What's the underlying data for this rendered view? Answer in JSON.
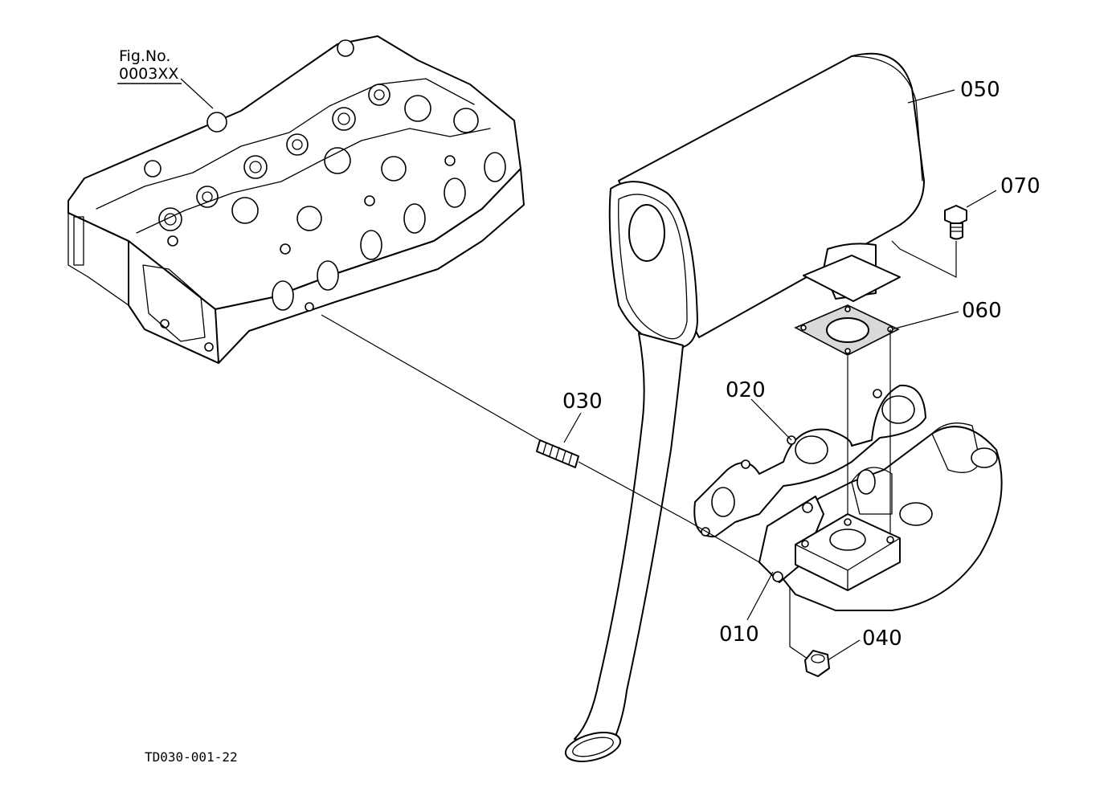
{
  "figure_ref": {
    "label": "Fig.No.",
    "number": "0003XX"
  },
  "drawing_number": "TD030-001-22",
  "parts": [
    {
      "id": "p010",
      "number": "010"
    },
    {
      "id": "p020",
      "number": "020"
    },
    {
      "id": "p030",
      "number": "030"
    },
    {
      "id": "p040",
      "number": "040"
    },
    {
      "id": "p050",
      "number": "050"
    },
    {
      "id": "p060",
      "number": "060"
    },
    {
      "id": "p070",
      "number": "070"
    }
  ]
}
